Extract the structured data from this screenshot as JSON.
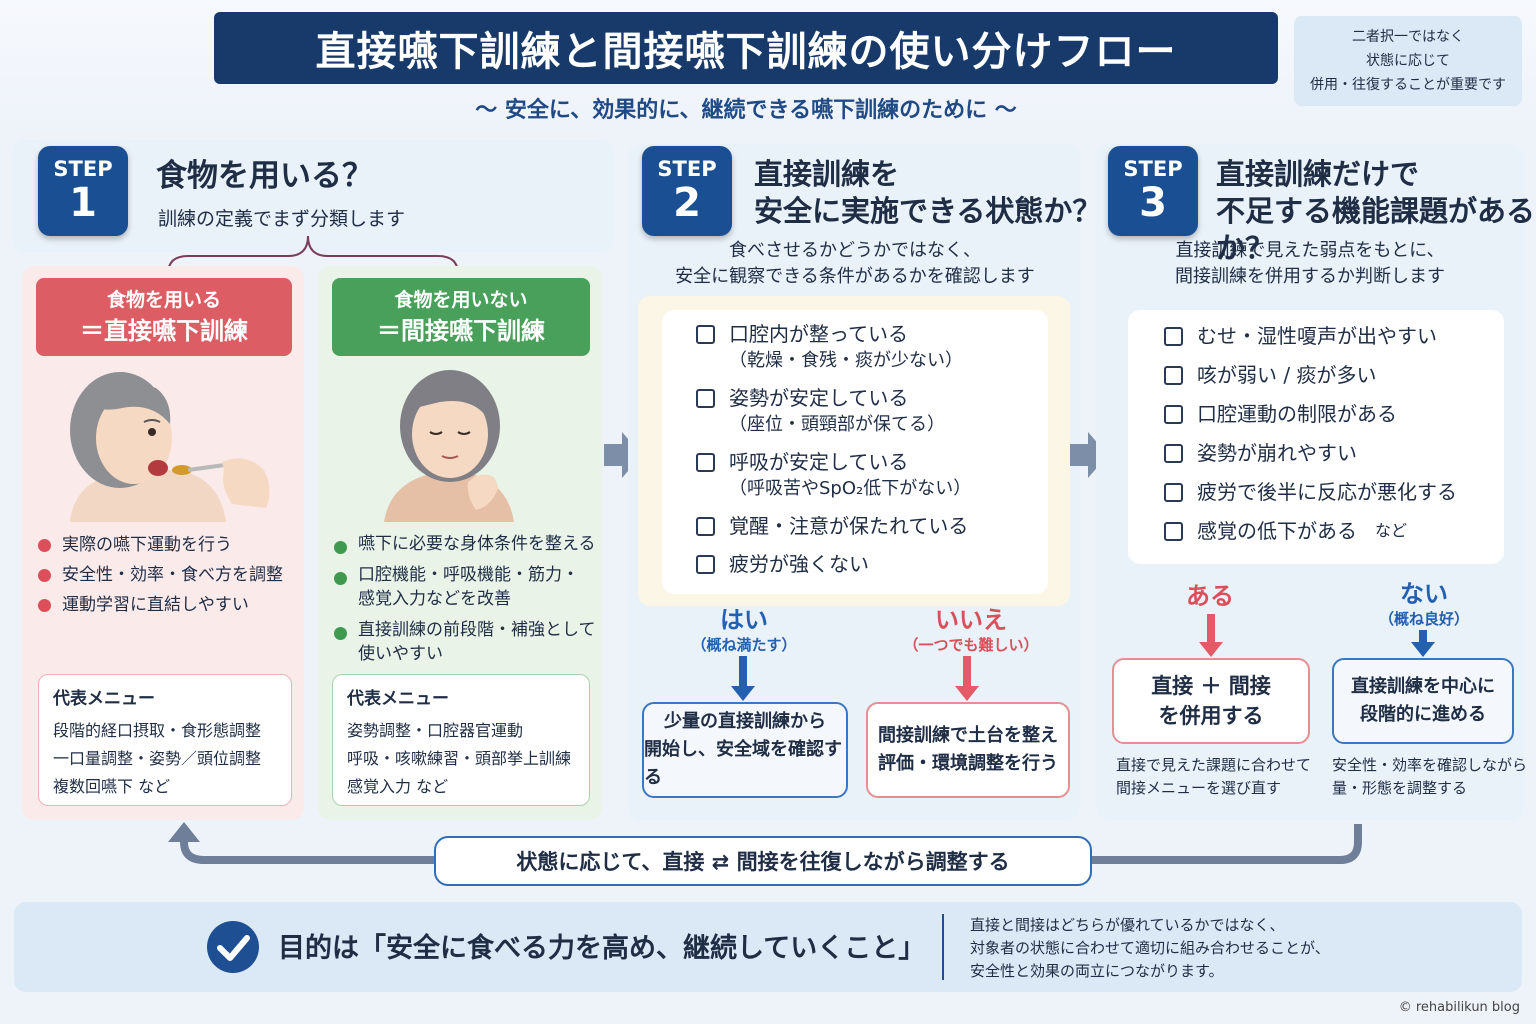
{
  "title": "直接嚥下訓練と間接嚥下訓練の使い分けフロー",
  "subtitle": "〜 安全に、効果的に、継続できる嚥下訓練のために 〜",
  "note": [
    "二者択一ではなく",
    "状態に応じて",
    "併用・往復することが重要です"
  ],
  "step1": {
    "badge_label": "STEP",
    "badge_num": "1",
    "heading": "食物を用いる？",
    "sub": "訓練の定義でまず分類します",
    "direct": {
      "tag1": "食物を用いる",
      "tag2": "＝直接嚥下訓練",
      "bullets": [
        "実際の嚥下運動を行う",
        "安全性・効率・食べ方を調整",
        "運動学習に直結しやすい"
      ],
      "menu_title": "代表メニュー",
      "menu": [
        "段階的経口摂取・食形態調整",
        "一口量調整・姿勢／頭位調整",
        "複数回嚥下 など"
      ]
    },
    "indirect": {
      "tag1": "食物を用いない",
      "tag2": "＝間接嚥下訓練",
      "bullets": [
        "嚥下に必要な身体条件を整える",
        "口腔機能・呼吸機能・筋力・",
        "感覚入力などを改善",
        "直接訓練の前段階・補強として",
        "使いやすい"
      ],
      "menu_title": "代表メニュー",
      "menu": [
        "姿勢調整・口腔器官運動",
        "呼吸・咳嗽練習・頭部挙上訓練",
        "感覚入力 など"
      ]
    }
  },
  "step2": {
    "badge_label": "STEP",
    "badge_num": "2",
    "heading": [
      "直接訓練を",
      "安全に実施できる状態か？"
    ],
    "sub": [
      "食べさせるかどうかではなく、",
      "安全に観察できる条件があるかを確認します"
    ],
    "checks": [
      {
        "main": "口腔内が整っている",
        "detail": "（乾燥・食残・痰が少ない）"
      },
      {
        "main": "姿勢が安定している",
        "detail": "（座位・頭頸部が保てる）"
      },
      {
        "main": "呼吸が安定している",
        "detail": "（呼吸苦やSpO₂低下がない）"
      },
      {
        "main": "覚醒・注意が保たれている",
        "detail": ""
      },
      {
        "main": "疲労が強くない",
        "detail": ""
      }
    ],
    "yes_label": "はい",
    "yes_sub": "（概ね満たす）",
    "no_label": "いいえ",
    "no_sub": "（一つでも難しい）",
    "yes_result": [
      "少量の直接訓練から",
      "開始し、安全域を確認する"
    ],
    "no_result": [
      "間接訓練で土台を整え",
      "評価・環境調整を行う"
    ]
  },
  "step3": {
    "badge_label": "STEP",
    "badge_num": "3",
    "heading": [
      "直接訓練だけで",
      "不足する機能課題があるか？"
    ],
    "sub": [
      "直接訓練で見えた弱点をもとに、",
      "間接訓練を併用するか判断します"
    ],
    "checks": [
      "むせ・湿性嗄声が出やすい",
      "咳が弱い / 痰が多い",
      "口腔運動の制限がある",
      "姿勢が崩れやすい",
      "疲労で後半に反応が悪化する",
      "感覚の低下がある"
    ],
    "checks_suffix": "など",
    "yes_label": "ある",
    "no_label": "ない",
    "no_sub": "（概ね良好）",
    "yes_result": [
      "直接 ＋ 間接",
      "を併用する"
    ],
    "no_result": [
      "直接訓練を中心に",
      "段階的に進める"
    ],
    "yes_note": [
      "直接で見えた課題に合わせて",
      "間接メニューを選び直す"
    ],
    "no_note": [
      "安全性・効率を確認しながら",
      "量・形態を調整する"
    ]
  },
  "loop": "状態に応じて、直接 ⇄ 間接を往復しながら調整する",
  "goal": "目的は「安全に食べる力を高め、継続していくこと」",
  "goal_note": [
    "直接と間接はどちらが優れているかではなく、",
    "対象者の状態に合わせて適切に組み合わせることが、",
    "安全性と効果の両立につながります。"
  ],
  "copyright": "© rehabilikun blog",
  "colors": {
    "navy": "#173a6b",
    "blue": "#1a4f93",
    "red": "#dc5d64",
    "green": "#48a05a",
    "arrow_gray": "#7d8ea8"
  }
}
